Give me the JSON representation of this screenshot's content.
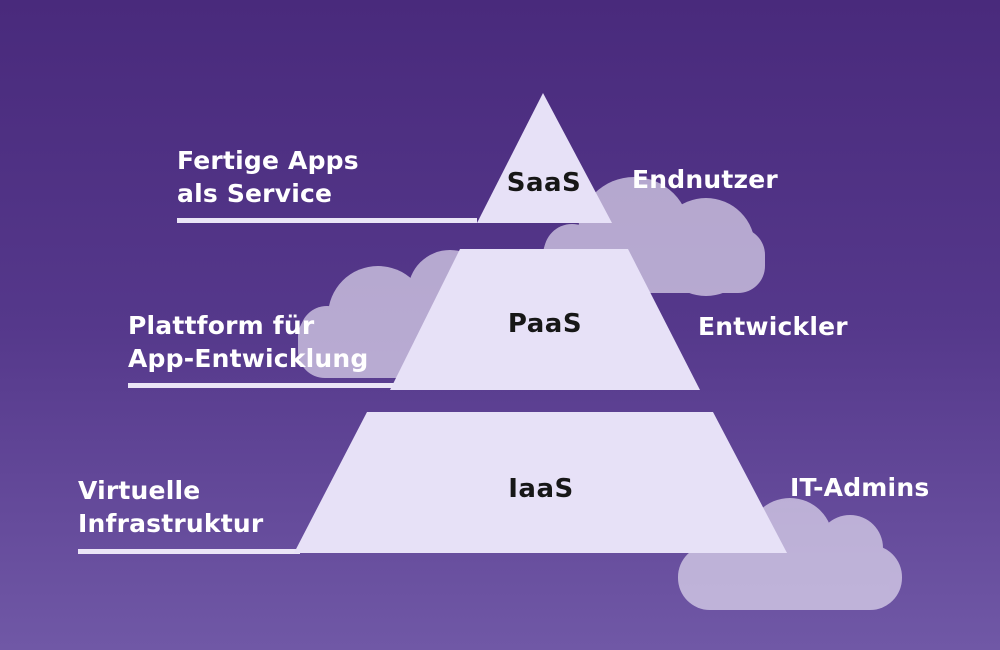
{
  "diagram": {
    "type": "pyramid",
    "tiers": [
      {
        "id": "saas",
        "label": "SaaS",
        "left_label_line1": "Fertige Apps",
        "left_label_line2": "als Service",
        "right_label": "Endnutzer"
      },
      {
        "id": "paas",
        "label": "PaaS",
        "left_label_line1": "Plattform für",
        "left_label_line2": "App-Entwicklung",
        "right_label": "Entwickler"
      },
      {
        "id": "iaas",
        "label": "IaaS",
        "left_label_line1": "Virtuelle",
        "left_label_line2": "Infrastruktur",
        "right_label": "IT-Admins"
      }
    ]
  },
  "icons": {
    "cloud_top": "cloud-icon",
    "cloud_middle": "cloud-icon",
    "cloud_bottom": "cloud-icon"
  },
  "colors": {
    "background_top": "#492a7c",
    "background_bottom": "#7058a6",
    "tier_fill": "#e7e1f7",
    "tier_label_text": "#171717",
    "side_label_text": "#ffffff",
    "cloud_fill": "#ece7f7",
    "line_color": "#eae5f6"
  }
}
